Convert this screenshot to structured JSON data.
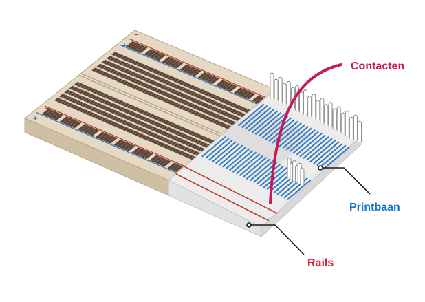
{
  "labels": {
    "contacts": "Contacten",
    "trace": "Printbaan",
    "rails": "Rails"
  },
  "rail_signs": {
    "plus": "+",
    "minus": "−"
  },
  "colors": {
    "contacts": "#c8185a",
    "trace": "#1474c4",
    "rails": "#c8283a",
    "board": "#e6d9c3",
    "board_side": "#cfbfa4",
    "hole": "#5c4639",
    "leader": "#1a1a1a",
    "blue_line": "#2f78c0",
    "red_line": "#c0392b"
  }
}
